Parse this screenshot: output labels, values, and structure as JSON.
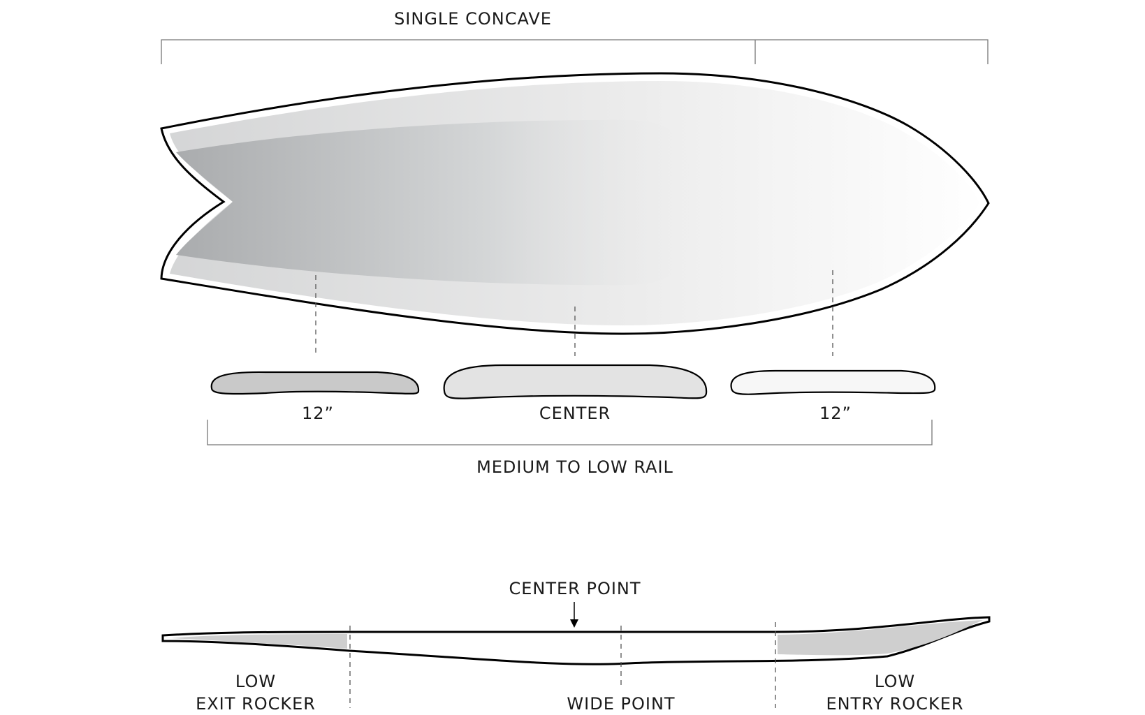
{
  "top_label": "SINGLE CONCAVE",
  "cross_sections": [
    {
      "label": "12”",
      "fill": "#c9c9c9"
    },
    {
      "label": "CENTER",
      "fill": "#e3e3e3"
    },
    {
      "label": "12”",
      "fill": "#f7f7f7"
    }
  ],
  "rail_label": "MEDIUM TO LOW RAIL",
  "rocker": {
    "center_point": "CENTER POINT",
    "exit": {
      "line1": "LOW",
      "line2": "EXIT ROCKER"
    },
    "wide_point": "WIDE POINT",
    "entry": {
      "line1": "LOW",
      "line2": "ENTRY ROCKER"
    }
  },
  "colors": {
    "outline": "#000000",
    "shade_dark": "#a9abad",
    "shade_light": "#ffffff",
    "rocker_fill": "#cfcfcf"
  }
}
